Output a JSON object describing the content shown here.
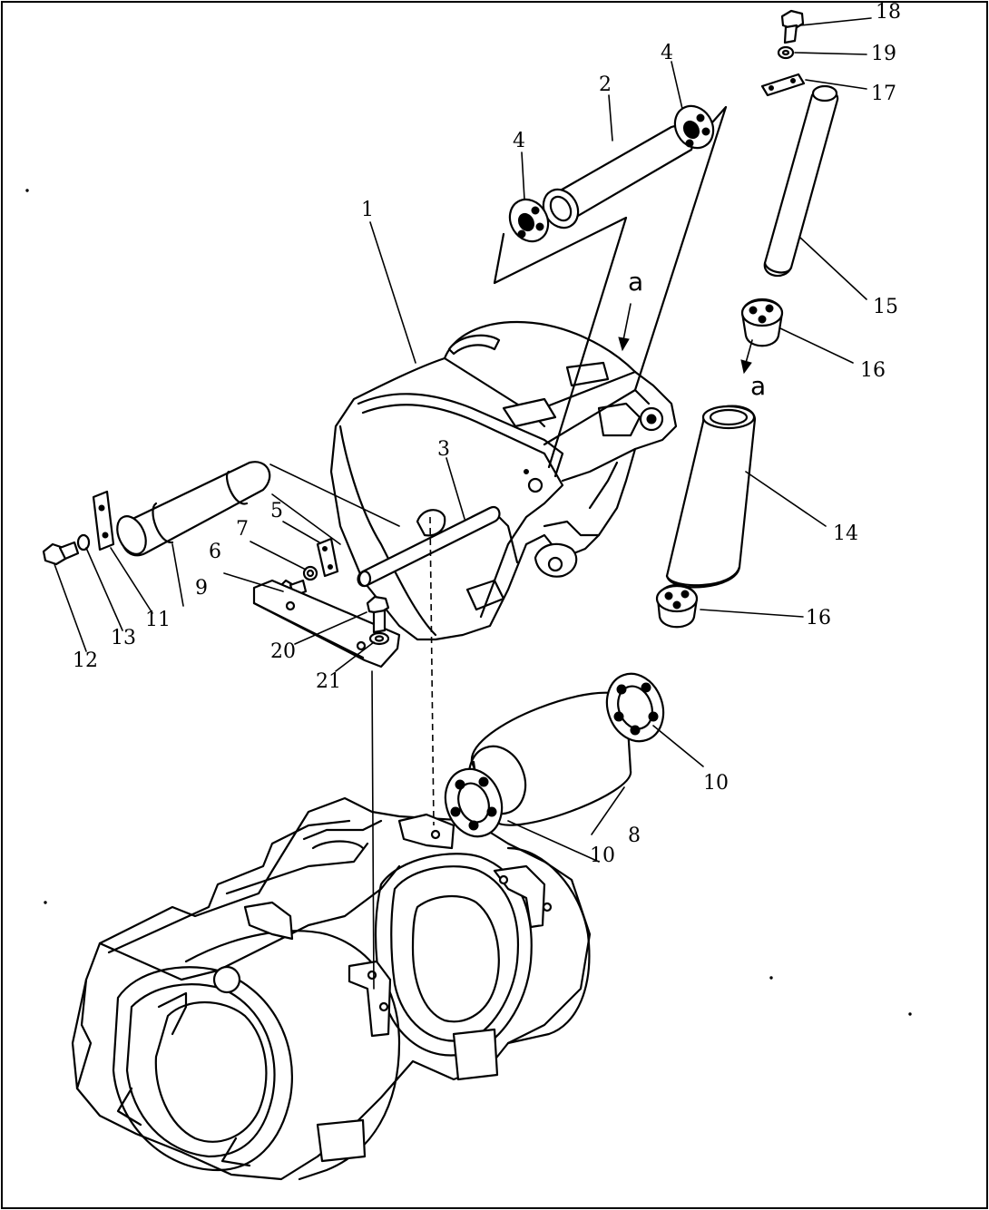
{
  "callouts": [
    {
      "id": "c1",
      "text": "1"
    },
    {
      "id": "c2",
      "text": "2"
    },
    {
      "id": "c3",
      "text": "3"
    },
    {
      "id": "c4a",
      "text": "4"
    },
    {
      "id": "c4b",
      "text": "4"
    },
    {
      "id": "c5",
      "text": "5"
    },
    {
      "id": "c6",
      "text": "6"
    },
    {
      "id": "c7",
      "text": "7"
    },
    {
      "id": "c8",
      "text": "8"
    },
    {
      "id": "c9",
      "text": "9"
    },
    {
      "id": "c10a",
      "text": "10"
    },
    {
      "id": "c10b",
      "text": "10"
    },
    {
      "id": "c11",
      "text": "11"
    },
    {
      "id": "c12",
      "text": "12"
    },
    {
      "id": "c13",
      "text": "13"
    },
    {
      "id": "c14",
      "text": "14"
    },
    {
      "id": "c15",
      "text": "15"
    },
    {
      "id": "c16a",
      "text": "16"
    },
    {
      "id": "c16b",
      "text": "16"
    },
    {
      "id": "c17",
      "text": "17"
    },
    {
      "id": "c18",
      "text": "18"
    },
    {
      "id": "c19",
      "text": "19"
    },
    {
      "id": "c20",
      "text": "20"
    },
    {
      "id": "c21",
      "text": "21"
    }
  ],
  "view_marks": [
    {
      "id": "a1",
      "text": "a"
    },
    {
      "id": "a2",
      "text": "a"
    }
  ]
}
